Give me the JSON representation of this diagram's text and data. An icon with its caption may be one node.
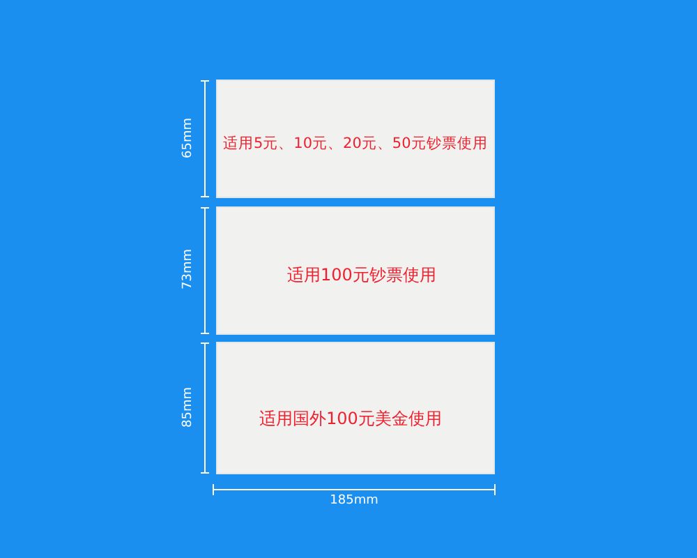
{
  "diagram": {
    "nodes": [
      {
        "text": [
          "适用5元、10元、20元、50元钞票使用"
        ]
      },
      {
        "text": [
          "适用100元钞票使用"
        ]
      },
      {
        "text": [
          "适用国外100元美金使用"
        ]
      }
    ],
    "labels": [
      "65mm",
      "73mm",
      "85mm",
      "185mm"
    ]
  }
}
